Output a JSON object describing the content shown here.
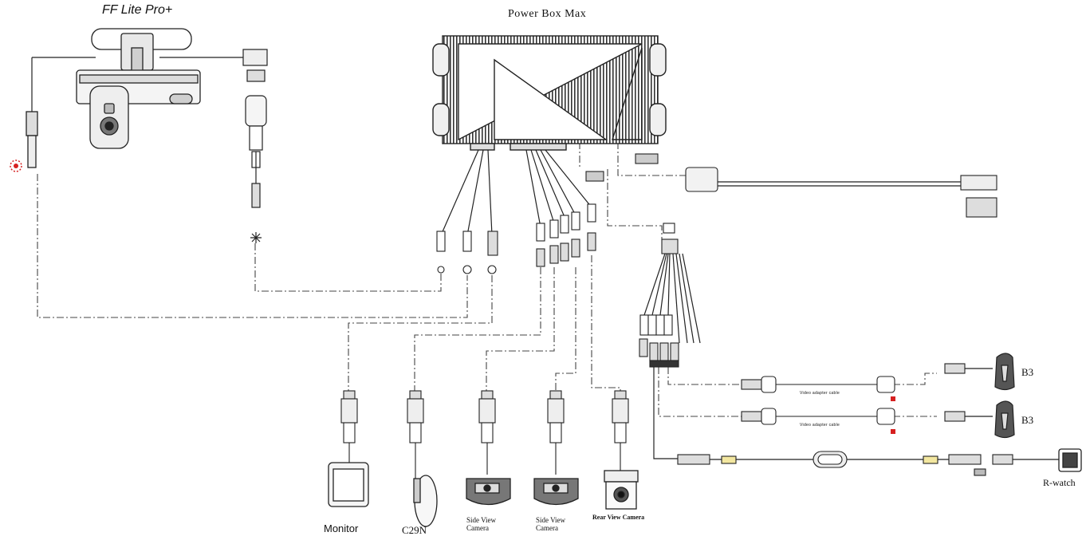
{
  "labels": {
    "ff_lite_pro": "FF Lite Pro+",
    "power_box_max": "Power Box Max",
    "monitor": "Monitor",
    "c29n": "C29N",
    "side_view_camera_1": "Side View\nCamera",
    "side_view_camera_2": "Side View\nCamera",
    "rear_view_camera": "Rear View Camera",
    "b3_top": "B3",
    "b3_bottom": "B3",
    "r_watch": "R-watch",
    "video_adapter_cable_1": "Video adapter cable",
    "video_adapter_cable_2": "Video adapter cable"
  },
  "colors": {
    "line": "#222222",
    "dash": "#444444",
    "accent_red": "#d62020",
    "fuse_yellow": "#f3e7a0"
  }
}
